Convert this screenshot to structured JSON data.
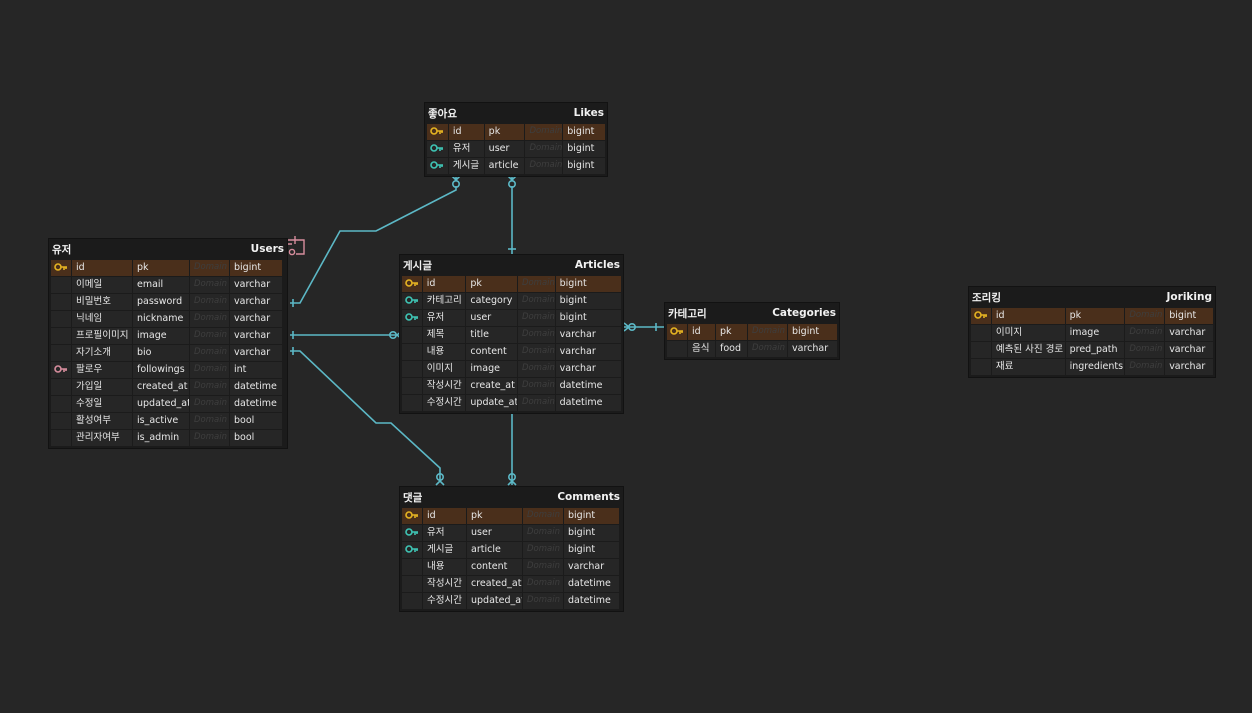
{
  "colors": {
    "edge": "#5cb8c6",
    "pk_key": "#e6b422",
    "fk_key": "#3fc5b5",
    "self_ref": "#d78d9d"
  },
  "domain_placeholder": "Domain",
  "tables": {
    "likes": {
      "logical": "좋아요",
      "physical": "Likes",
      "rows": [
        {
          "name": "id",
          "col": "pk",
          "type": "bigint",
          "key": "pk"
        },
        {
          "name": "유저",
          "col": "user",
          "type": "bigint",
          "key": "fk"
        },
        {
          "name": "게시글",
          "col": "article",
          "type": "bigint",
          "key": "fk"
        }
      ]
    },
    "users": {
      "logical": "유저",
      "physical": "Users",
      "rows": [
        {
          "name": "id",
          "col": "pk",
          "type": "bigint",
          "key": "pk"
        },
        {
          "name": "이메일",
          "col": "email",
          "type": "varchar",
          "key": ""
        },
        {
          "name": "비밀번호",
          "col": "password",
          "type": "varchar",
          "key": ""
        },
        {
          "name": "닉네임",
          "col": "nickname",
          "type": "varchar",
          "key": ""
        },
        {
          "name": "프로필이미지",
          "col": "image",
          "type": "varchar",
          "key": ""
        },
        {
          "name": "자기소개",
          "col": "bio",
          "type": "varchar",
          "key": ""
        },
        {
          "name": "팔로우",
          "col": "followings",
          "type": "int",
          "key": "self"
        },
        {
          "name": "가입일",
          "col": "created_at",
          "type": "datetime",
          "key": ""
        },
        {
          "name": "수정일",
          "col": "updated_at",
          "type": "datetime",
          "key": ""
        },
        {
          "name": "활성여부",
          "col": "is_active",
          "type": "bool",
          "key": ""
        },
        {
          "name": "관리자여부",
          "col": "is_admin",
          "type": "bool",
          "key": ""
        }
      ]
    },
    "articles": {
      "logical": "게시글",
      "physical": "Articles",
      "rows": [
        {
          "name": "id",
          "col": "pk",
          "type": "bigint",
          "key": "pk"
        },
        {
          "name": "카테고리",
          "col": "category",
          "type": "bigint",
          "key": "fk"
        },
        {
          "name": "유저",
          "col": "user",
          "type": "bigint",
          "key": "fk"
        },
        {
          "name": "제목",
          "col": "title",
          "type": "varchar",
          "key": ""
        },
        {
          "name": "내용",
          "col": "content",
          "type": "varchar",
          "key": ""
        },
        {
          "name": "이미지",
          "col": "image",
          "type": "varchar",
          "key": ""
        },
        {
          "name": "작성시간",
          "col": "create_at",
          "type": "datetime",
          "key": ""
        },
        {
          "name": "수정시간",
          "col": "update_at",
          "type": "datetime",
          "key": ""
        }
      ]
    },
    "categories": {
      "logical": "카테고리",
      "physical": "Categories",
      "rows": [
        {
          "name": "id",
          "col": "pk",
          "type": "bigint",
          "key": "pk"
        },
        {
          "name": "음식",
          "col": "food",
          "type": "varchar",
          "key": ""
        }
      ]
    },
    "comments": {
      "logical": "댓글",
      "physical": "Comments",
      "rows": [
        {
          "name": "id",
          "col": "pk",
          "type": "bigint",
          "key": "pk"
        },
        {
          "name": "유저",
          "col": "user",
          "type": "bigint",
          "key": "fk"
        },
        {
          "name": "게시글",
          "col": "article",
          "type": "bigint",
          "key": "fk"
        },
        {
          "name": "내용",
          "col": "content",
          "type": "varchar",
          "key": ""
        },
        {
          "name": "작성시간",
          "col": "created_at",
          "type": "datetime",
          "key": ""
        },
        {
          "name": "수정시간",
          "col": "updated_at",
          "type": "datetime",
          "key": ""
        }
      ]
    },
    "joriking": {
      "logical": "조리킹",
      "physical": "Joriking",
      "rows": [
        {
          "name": "id",
          "col": "pk",
          "type": "bigint",
          "key": "pk"
        },
        {
          "name": "이미지",
          "col": "image",
          "type": "varchar",
          "key": ""
        },
        {
          "name": "예측된 사진 경로",
          "col": "pred_path",
          "type": "varchar",
          "key": ""
        },
        {
          "name": "재료",
          "col": "ingredients",
          "type": "varchar",
          "key": ""
        }
      ]
    }
  }
}
